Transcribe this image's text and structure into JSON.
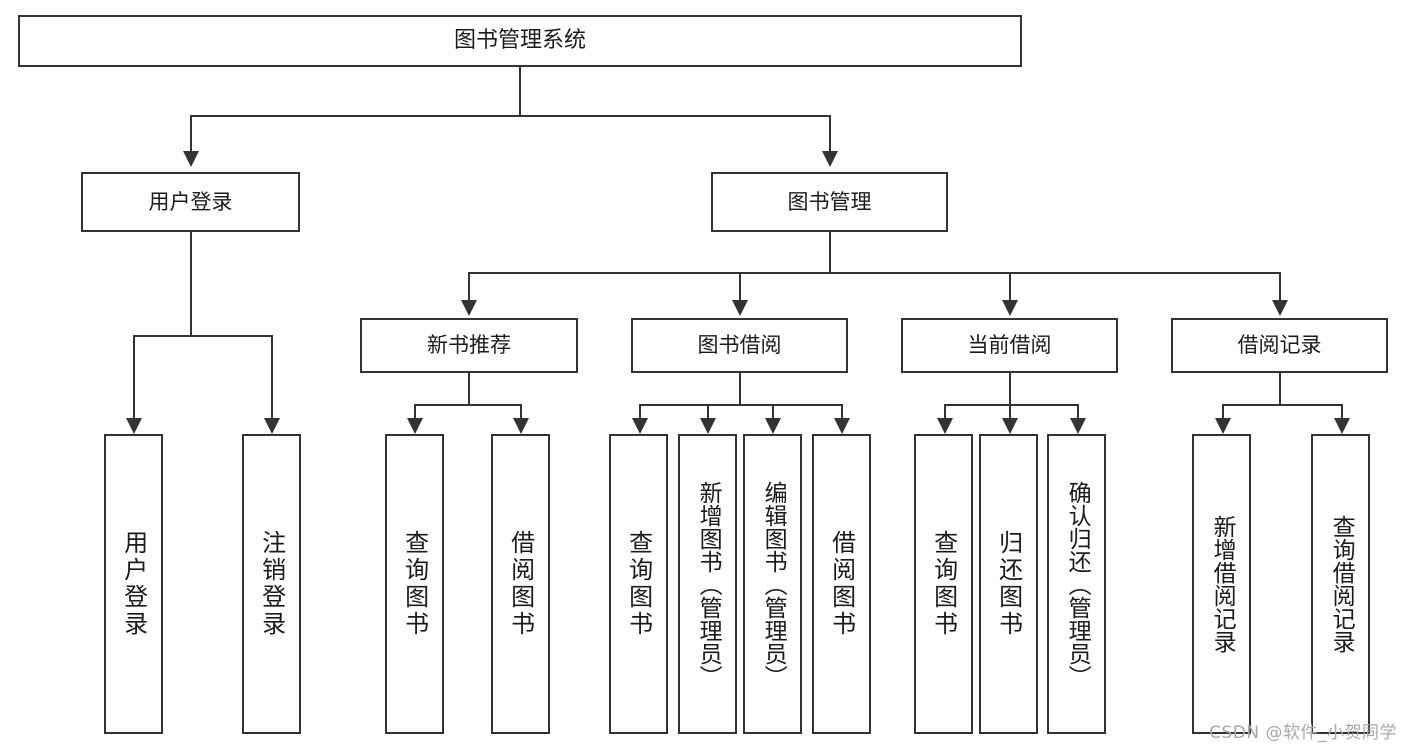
{
  "diagram": {
    "title": "图书管理系统",
    "type": "tree-hierarchy-chart",
    "root": {
      "label": "图书管理系统"
    },
    "level2": [
      {
        "label": "用户登录"
      },
      {
        "label": "图书管理"
      }
    ],
    "level3": [
      {
        "label": "新书推荐"
      },
      {
        "label": "图书借阅"
      },
      {
        "label": "当前借阅"
      },
      {
        "label": "借阅记录"
      }
    ],
    "leaves": {
      "user_login": [
        {
          "label": "用户登录"
        },
        {
          "label": "注销登录"
        }
      ],
      "new_book_recommend": [
        {
          "label": "查询图书"
        },
        {
          "label": "借阅图书"
        }
      ],
      "book_borrow": [
        {
          "label": "查询图书"
        },
        {
          "label": "新增图书（管理员）"
        },
        {
          "label": "编辑图书（管理员）"
        },
        {
          "label": "借阅图书"
        }
      ],
      "current_borrow": [
        {
          "label": "查询图书"
        },
        {
          "label": "归还图书"
        },
        {
          "label": "确认归还（管理员）"
        }
      ],
      "borrow_record": [
        {
          "label": "新增借阅记录"
        },
        {
          "label": "查询借阅记录"
        }
      ]
    }
  },
  "watermark": {
    "text": "CSDN @软件_小贺同学"
  },
  "colors": {
    "border": "#333333",
    "background": "#ffffff",
    "text": "#1b1b1b",
    "watermark": "#a8a8a8"
  }
}
